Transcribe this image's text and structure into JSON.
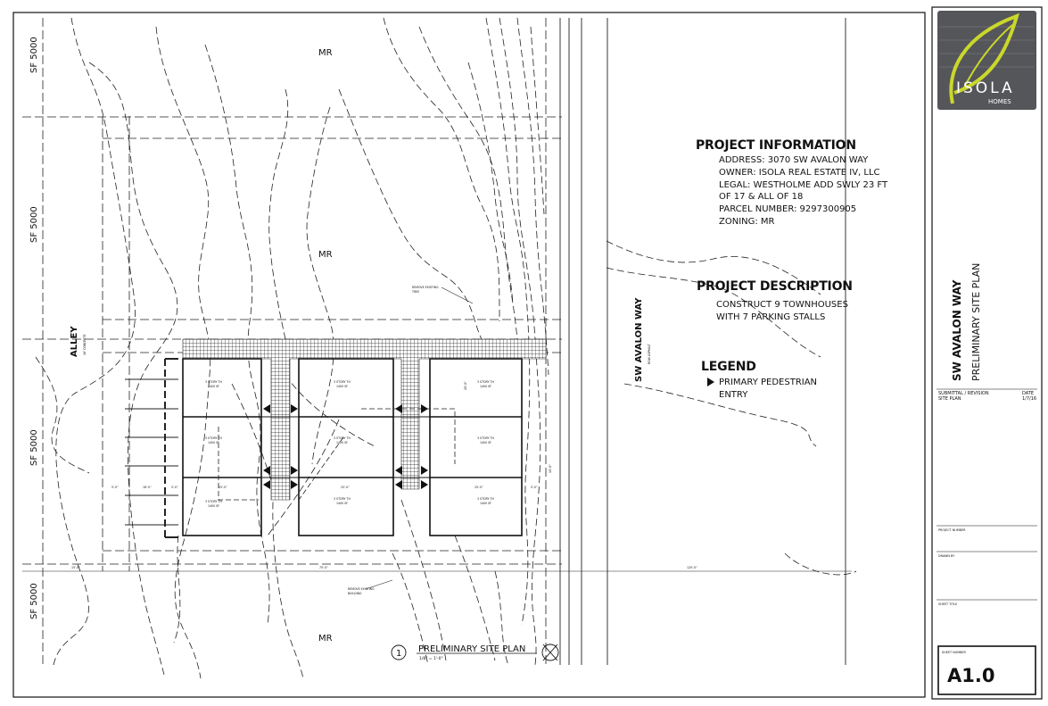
{
  "zoning_labels": {
    "mr_top": "MR",
    "mr_mid": "MR",
    "mr_bottom": "MR",
    "sf_1": "SF 5000",
    "sf_2": "SF 5000",
    "sf_3": "SF 5000",
    "sf_4": "SF 5000"
  },
  "alley": {
    "label": "ALLEY",
    "note": "16' CONCRETE"
  },
  "street": {
    "label": "SW AVALON WAY",
    "note": "ROW ASPHALT"
  },
  "units": [
    {
      "line1": "3 STORY TH",
      "line2": "1400 SF"
    },
    {
      "line1": "3 STORY TH",
      "line2": "1400 SF"
    },
    {
      "line1": "3 STORY TH",
      "line2": "1400 SF"
    },
    {
      "line1": "3 STORY TH",
      "line2": "1400 SF"
    },
    {
      "line1": "3 STORY TH",
      "line2": "1400 SF"
    },
    {
      "line1": "3 STORY TH",
      "line2": "1400 SF"
    },
    {
      "line1": "3 STORY TH",
      "line2": "1400 SF"
    },
    {
      "line1": "3 STORY TH",
      "line2": "1400 SF"
    },
    {
      "line1": "3 STORY TH",
      "line2": "1400 SF"
    }
  ],
  "callouts": {
    "remove_tree": [
      "REMOVE EXISTING",
      "TREE"
    ],
    "remove_building": [
      "REMOVE EXISTING",
      "BUILDING"
    ]
  },
  "dimensions": {
    "d1": "15'-0\"",
    "d2": "20'-0\"",
    "d3": "75'-0\"",
    "d4": "120'-0\"",
    "d5": "5'-0\"",
    "d6": "16'-0\"",
    "d7": "5'-0\"",
    "d8": "25'-0\"",
    "d9": "25'-0\"",
    "d10": "25'-0\"",
    "d11": "5'-0\"",
    "d12": "10'-0\""
  },
  "project_information": {
    "heading": "PROJECT INFORMATION",
    "lines": [
      "ADDRESS: 3070 SW AVALON WAY",
      "OWNER: ISOLA REAL ESTATE IV, LLC",
      "LEGAL: WESTHOLME ADD SWLY 23 FT",
      " OF 17 & ALL OF 18",
      "PARCEL NUMBER:  9297300905",
      "ZONING: MR"
    ]
  },
  "project_description": {
    "heading": "PROJECT DESCRIPTION",
    "lines": [
      "CONSTRUCT 9 TOWNHOUSES",
      "WITH 7 PARKING STALLS"
    ]
  },
  "legend": {
    "heading": "LEGEND",
    "items": [
      {
        "icon": "triangle-arrow-icon",
        "lines": [
          "PRIMARY PEDESTRIAN",
          "ENTRY"
        ]
      }
    ]
  },
  "drawing_title": {
    "number": "1",
    "title": "PRELIMINARY SITE PLAN",
    "scale": "1/8\" = 1'-0\""
  },
  "title_block": {
    "logo": {
      "word": "ISOLA",
      "sub": "HOMES",
      "bg": "#55565a",
      "accent": "#c9d82b"
    },
    "sheet_title_line1": "SW AVALON WAY",
    "sheet_title_line2": "PRELIMINARY SITE PLAN",
    "submittal_label": "SUBMITTAL / REVISION",
    "submittal_value": "SITE PLAN",
    "date_label": "DATE",
    "date_value": "1/7/16",
    "project_number_label": "PROJECT NUMBER",
    "drawn_by_label": "DRAWN BY",
    "sheet_title_label": "SHEET TITLE",
    "sheet_number_label": "SHEET NUMBER",
    "sheet_number": "A1.0"
  }
}
